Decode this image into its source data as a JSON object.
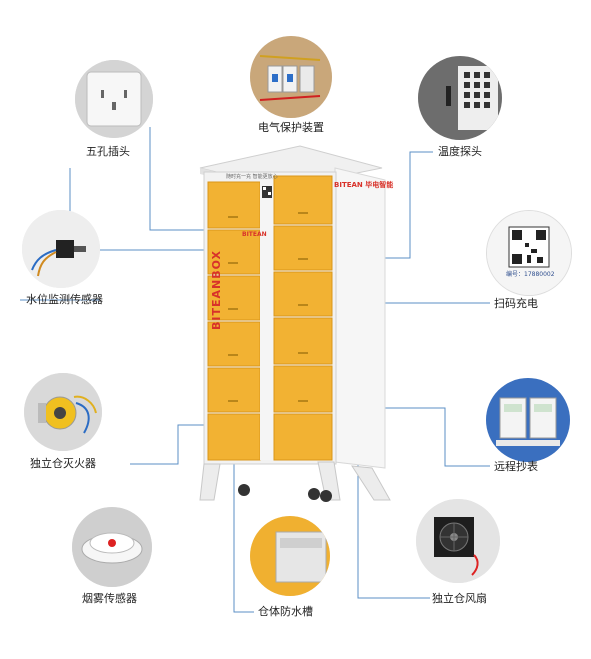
{
  "labels": {
    "socket": "五孔插头",
    "electrical": "电气保护装置",
    "temp": "温度探头",
    "water": "水位监测传感器",
    "scan": "扫码充电",
    "fire": "独立仓灭火器",
    "meter": "远程抄表",
    "smoke": "烟雾传感器",
    "drain": "仓体防水槽",
    "fan": "独立仓风扇"
  },
  "cabinet": {
    "brand_vertical": "BITEANBOX",
    "logo": "BITEAN 毕电智能",
    "small_logo": "BITEAN",
    "header_text": "随时充一充 智能更放心"
  },
  "qr_card": {
    "caption": "编号：17880002"
  },
  "colors": {
    "door": "#f2b233",
    "door_edge": "#d9961a",
    "cabinet": "#f4f4f4",
    "leader": "#5b8fc6",
    "dot": "#2f7fc8",
    "brand_red": "#d8322a"
  }
}
